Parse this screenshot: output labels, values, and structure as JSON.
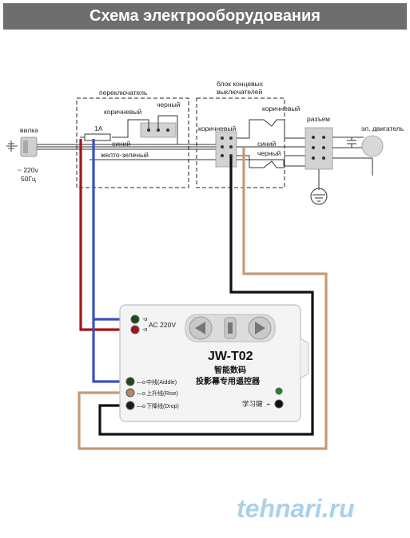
{
  "title": "Схема электрооборудования",
  "labels": {
    "plug": "вилка",
    "voltage": "~ 220v",
    "frequency": "50Гц",
    "switch": "переключатель",
    "limit_block_1": "блок концевых",
    "limit_block_2": "выключателей",
    "connector": "разъем",
    "motor": "эл. двигатель",
    "fuse": "1A",
    "brown_switch": "коричневый",
    "black_switch": "черный",
    "blue_wire": "синий",
    "yellow_green_wire": "желто-зеленый",
    "brown_limit": "коричневый",
    "brown_top": "коричневый",
    "blue_limit": "синий",
    "black_limit": "черный"
  },
  "controller": {
    "model": "JW-T02",
    "line1": "智能数码",
    "line2": "投影幕专用遥控器",
    "ac_label": "AC 220V",
    "t_middle": "中线(Aiddle)",
    "t_rise": "上升线(Rise)",
    "t_drop": "下降线(Drop)",
    "learn_key": "学习键"
  },
  "watermark": "tehnari.ru",
  "colors": {
    "header_bg": "#6e6e6e",
    "wire_red": "#a3141a",
    "wire_blue": "#3b4fc4",
    "wire_black": "#111111",
    "wire_brown": "#c49a78",
    "watermark": "#a9d2ea"
  }
}
